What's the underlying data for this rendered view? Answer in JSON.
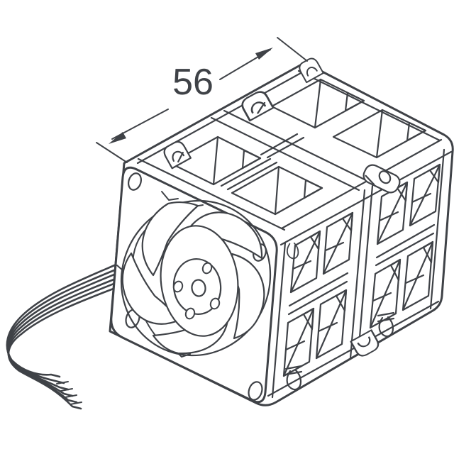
{
  "colors": {
    "background": "#ffffff",
    "line": "#3f4247"
  },
  "dimension": {
    "value": "56"
  },
  "drawing": {
    "type": "isometric-technical-line-drawing",
    "subject": "stacked dual axial fan housing, depth dimensioned 56, with front impeller, corner mounting holes, vented ribbed faces and wire lead bundle",
    "parts": [
      "dimension-arrow",
      "witness-lines",
      "fan-housing-silhouette",
      "top-face-vents",
      "side-face-vents",
      "housing-seam",
      "mounting-bosses",
      "boss-screw-hole",
      "front-flange",
      "flange-corner-holes",
      "venturi-opening",
      "impeller-blades",
      "hub",
      "hub-plate-holes",
      "wire-leads",
      "wire-tips"
    ]
  }
}
